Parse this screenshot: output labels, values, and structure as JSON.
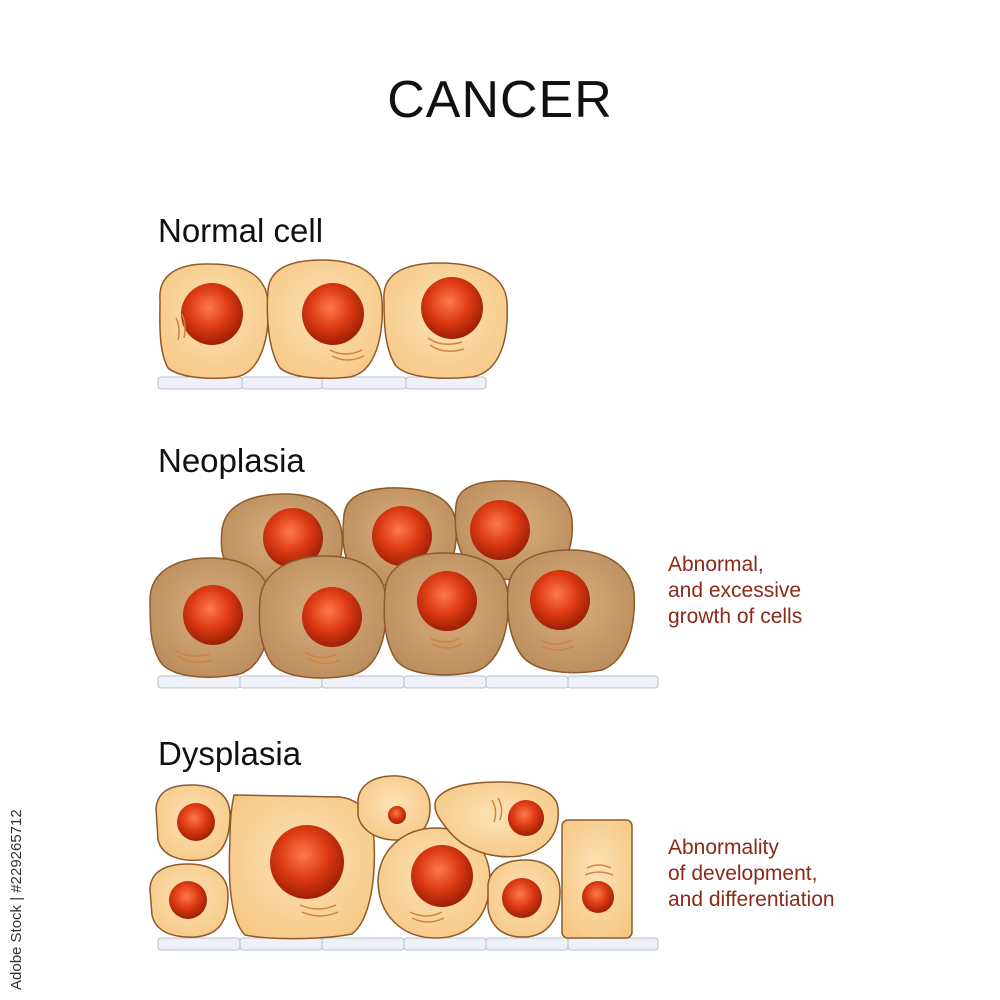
{
  "title": "CANCER",
  "sections": [
    {
      "label": "Normal cell",
      "description": []
    },
    {
      "label": "Neoplasia",
      "description": [
        "Abnormal,",
        "and excessive",
        "growth of cells"
      ]
    },
    {
      "label": "Dysplasia",
      "description": [
        "Abnormality",
        "of development,",
        "and differentiation"
      ]
    }
  ],
  "watermark": "Adobe Stock | #229265712",
  "colors": {
    "normal_cytoplasm": "#fbd193",
    "neoplastic_cytoplasm": "#c79a69",
    "nucleus": "#dc3a12",
    "membrane_outline": "#8d5a2a",
    "basement_membrane": "#eef1f7",
    "description_text": "#8a2a18"
  }
}
